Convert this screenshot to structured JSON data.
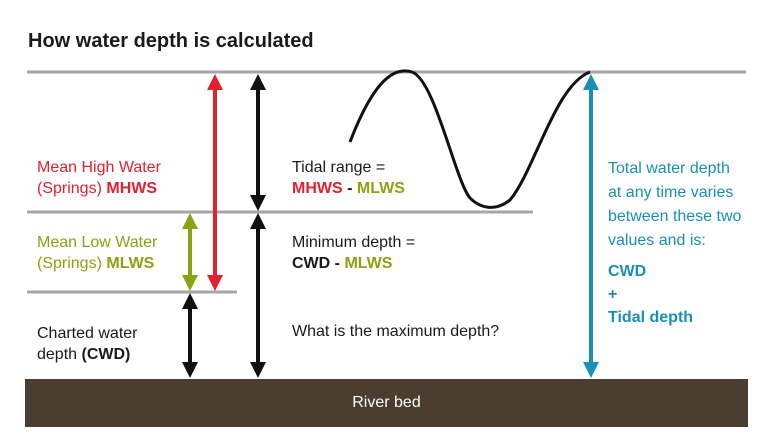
{
  "title": "How water depth is calculated",
  "colors": {
    "red": "#e5202e",
    "green": "#8aa312",
    "blue": "#1a8fb5",
    "black": "#111111",
    "level_line": "#a6a6a6",
    "riverbed": "#4a3c2e"
  },
  "labels": {
    "mhws": {
      "line1": "Mean High Water",
      "line2_prefix": "(Springs) ",
      "abbr": "MHWS"
    },
    "mlws": {
      "line1": "Mean Low Water",
      "line2_prefix": "(Springs) ",
      "abbr": "MLWS"
    },
    "cwd": {
      "line1": "Charted water",
      "line2_prefix": "depth ",
      "abbr": "(CWD)"
    }
  },
  "formulas": {
    "tidal_range": {
      "caption": "Tidal range =",
      "left": "MHWS",
      "op": " - ",
      "right": "MLWS"
    },
    "minimum_depth": {
      "caption": "Minimum depth =",
      "left": "CWD",
      "op": " - ",
      "right": "MLWS"
    },
    "question": "What is the maximum depth?"
  },
  "total_depth": {
    "lines": [
      "Total water depth",
      "at any time varies",
      "between these two",
      "values and is:"
    ],
    "cwd": "CWD",
    "plus": "+",
    "tidal": "Tidal depth"
  },
  "riverbed": {
    "label": "River bed"
  }
}
